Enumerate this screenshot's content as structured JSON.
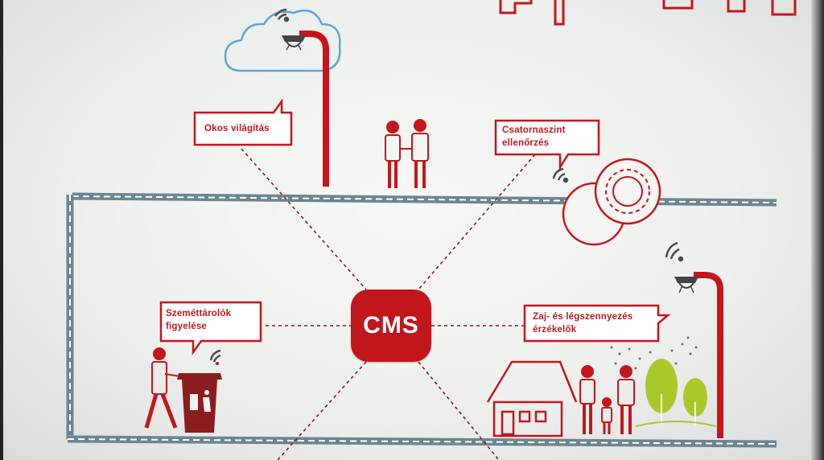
{
  "center": {
    "label": "CMS"
  },
  "labels": {
    "street_light": [
      "Okos világítás"
    ],
    "sewer": [
      "Csatornaszint",
      "ellenőrzés"
    ],
    "waste": [
      "Szeméttárolók",
      "figyelése"
    ],
    "noise": [
      "Zaj- és légszennyezés",
      "érzékelők"
    ]
  },
  "colors": {
    "accent": "#c4161c",
    "cloud": "#5aa9cf",
    "road": "#6c8591",
    "tree": "#a9c92b"
  },
  "icons": [
    "cloud-icon",
    "wifi-icon",
    "street-lamp-icon",
    "people-icon",
    "manhole-icon",
    "trash-bin-icon",
    "person-icon",
    "house-icon",
    "family-icon",
    "tree-icon"
  ]
}
